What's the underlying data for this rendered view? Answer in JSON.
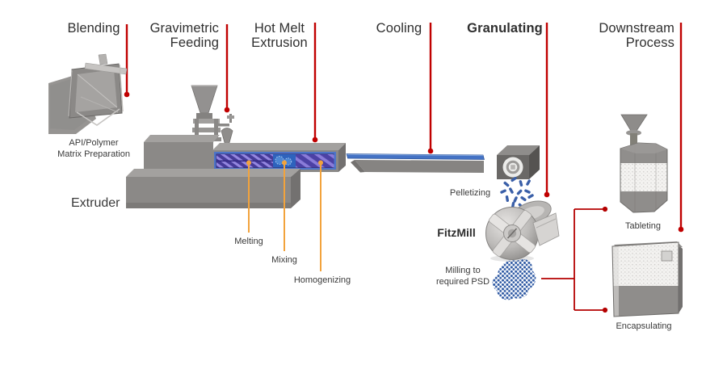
{
  "diagram": {
    "stages": {
      "blending": {
        "title": "Blending",
        "caption_l1": "API/Polymer",
        "caption_l2": "Matrix Preparation"
      },
      "feeding": {
        "title_l1": "Gravimetric",
        "title_l2": "Feeding"
      },
      "extrusion": {
        "title_l1": "Hot Melt",
        "title_l2": "Extrusion",
        "machine": "Extruder",
        "zones": [
          {
            "label": "Melting"
          },
          {
            "label": "Mixing"
          },
          {
            "label": "Homogenizing"
          }
        ]
      },
      "cooling": {
        "title": "Cooling"
      },
      "granulating": {
        "title": "Granulating",
        "pelletizing": "Pelletizing",
        "mill": "FitzMill",
        "milling_l1": "Milling to",
        "milling_l2": "required PSD"
      },
      "downstream": {
        "title_l1": "Downstream",
        "title_l2": "Process",
        "tableting": "Tableting",
        "encapsulating": "Encapsulating"
      }
    },
    "colors": {
      "leader_red": "#c00000",
      "zone_orange": "#f2a33c",
      "conveyor_blue": "#4472c4",
      "pellet_blue": "#3a5fa8",
      "screw_purple": "#584ab0",
      "window_frame_blue": "#4d74c9",
      "machine_gray": "#8b8987",
      "text": "#2f2f2f"
    }
  }
}
